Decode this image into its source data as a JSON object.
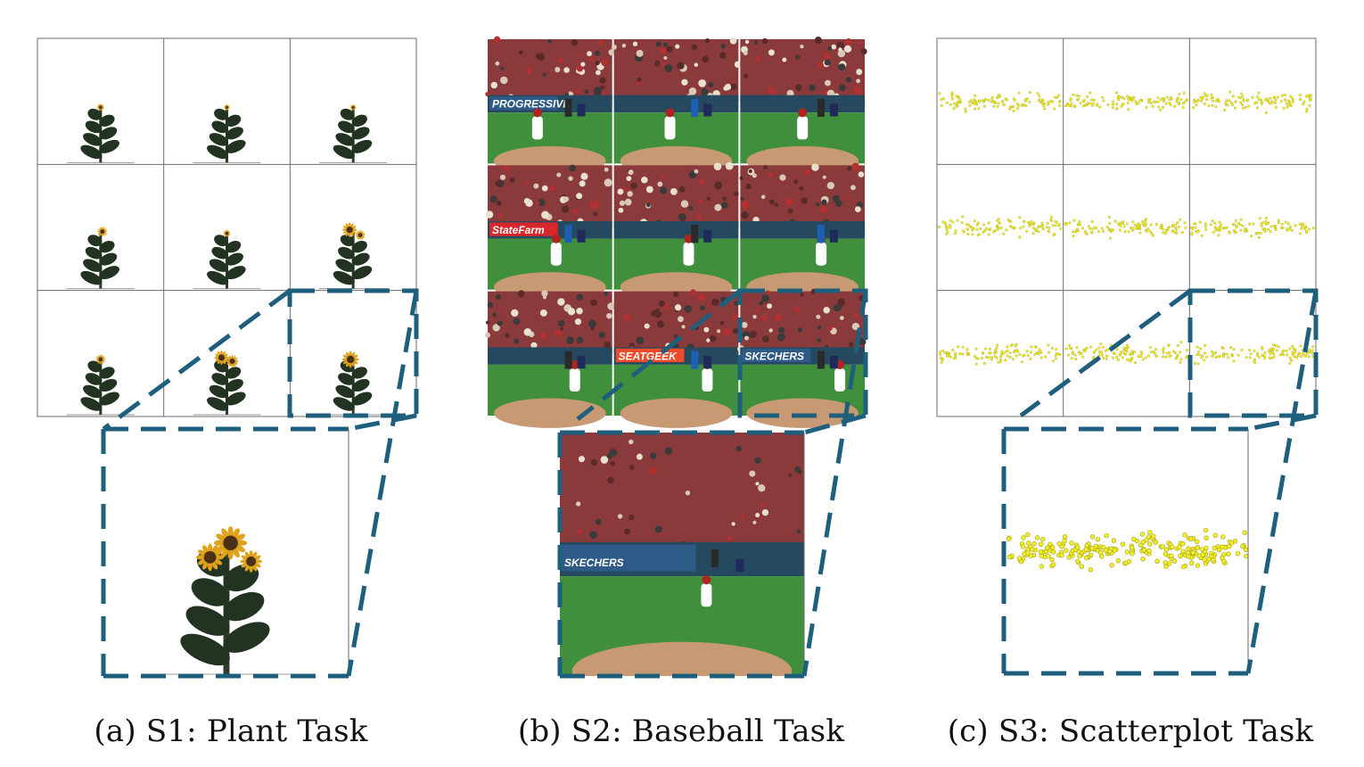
{
  "colors": {
    "dash_outline": "#1f5f7e",
    "grid_line": "#6b6b6b",
    "dot_fill": "#f3f02b",
    "dot_stroke": "#a6a21a",
    "leaf": "#223322",
    "petal": "#e0a21a",
    "field_green": "#3f8f3c",
    "dirt": "#c79a73",
    "crowd": "#8a3a3a",
    "home_jersey": "#ffffff",
    "away_jersey": "#1d5fb4"
  },
  "grid": {
    "rows": 3,
    "cols": 3,
    "highlighted_cell": "row3-col3"
  },
  "panels": [
    {
      "id": "plant",
      "caption": "(a) S1: Plant Task",
      "content": "sunflower-plants"
    },
    {
      "id": "baseball",
      "caption": "(b) S2: Baseball Task",
      "content": "baseball-pitch-frames"
    },
    {
      "id": "scatter",
      "caption": "(c) S3: Scatterplot Task",
      "content": "yellow-scatter-dots"
    }
  ],
  "baseball_signs": [
    "PROGRESSIVE",
    "StateFarm",
    "SEATGEEK",
    "SKECHERS",
    "SKECHERS"
  ]
}
